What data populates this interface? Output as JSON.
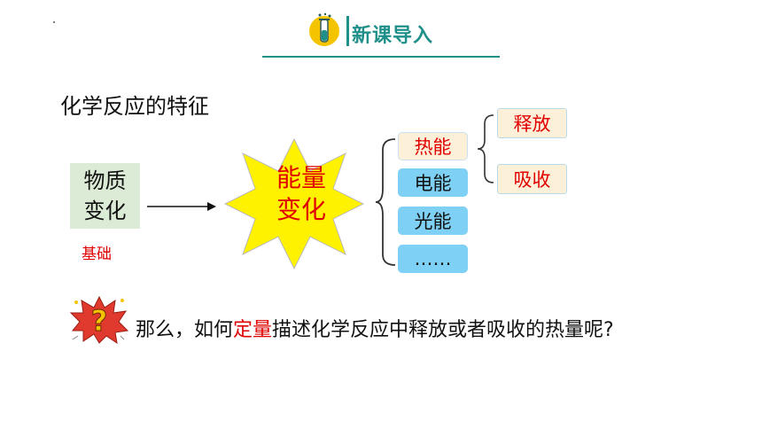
{
  "header": {
    "title": "新课导入",
    "icon": "test-tube-icon",
    "accent_color": "#1f8f8a"
  },
  "section_title": "化学反应的特征",
  "diagram": {
    "matter_change": [
      "物质",
      "变化"
    ],
    "basis_label": "基础",
    "energy_change": [
      "能量",
      "变化"
    ],
    "energy_forms": {
      "heat": "热能",
      "electric": "电能",
      "light": "光能",
      "more": "……"
    },
    "heat_directions": {
      "release": "释放",
      "absorb": "吸收"
    }
  },
  "question": {
    "icon": "question-mark-burst-icon",
    "prefix": "那么，如何",
    "highlight": "定量",
    "suffix": "描述化学反应中释放或者吸收的热量呢?"
  },
  "colors": {
    "highlight_red": "#e00000",
    "star_yellow": "#fff200",
    "blue_box": "#7fd0f5",
    "cream_box": "#fdf0d8",
    "green_box": "#dcebd6"
  }
}
